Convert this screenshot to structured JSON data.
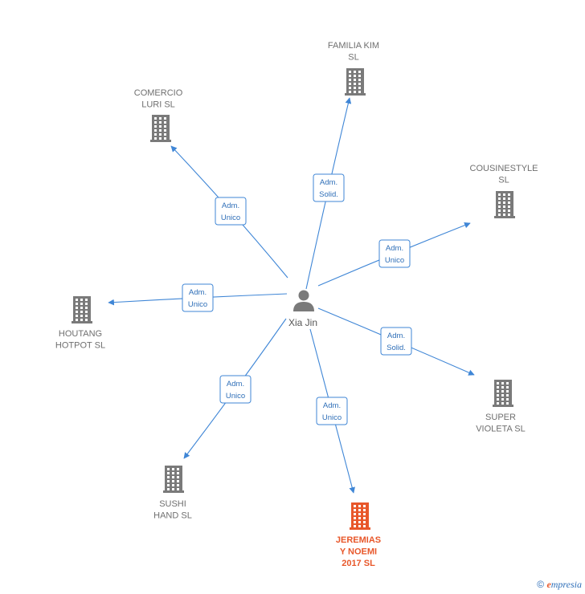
{
  "colors": {
    "edge": "#3f86d6",
    "company": "#7a7a7a",
    "highlight": "#e8572a",
    "person": "#7a7a7a"
  },
  "center": {
    "name": "Xia Jin",
    "icon": "person-icon"
  },
  "nodes": [
    {
      "id": "familia-kim",
      "lines": [
        "FAMILIA KIM",
        "SL"
      ],
      "relation": [
        "Adm.",
        "Solid."
      ],
      "highlight": false,
      "icon": "building-icon"
    },
    {
      "id": "comercio-luri",
      "lines": [
        "COMERCIO",
        "LURI  SL"
      ],
      "relation": [
        "Adm.",
        "Unico"
      ],
      "highlight": false,
      "icon": "building-icon"
    },
    {
      "id": "cousinestyle",
      "lines": [
        "COUSINESTYLE",
        "SL"
      ],
      "relation": [
        "Adm.",
        "Unico"
      ],
      "highlight": false,
      "icon": "building-icon"
    },
    {
      "id": "houtang-hotpot",
      "lines": [
        "HOUTANG",
        "HOTPOT  SL"
      ],
      "relation": [
        "Adm.",
        "Unico"
      ],
      "highlight": false,
      "icon": "building-icon"
    },
    {
      "id": "super-violeta",
      "lines": [
        "SUPER",
        "VIOLETA  SL"
      ],
      "relation": [
        "Adm.",
        "Solid."
      ],
      "highlight": false,
      "icon": "building-icon"
    },
    {
      "id": "sushi-hand",
      "lines": [
        "SUSHI",
        "HAND  SL"
      ],
      "relation": [
        "Adm.",
        "Unico"
      ],
      "highlight": false,
      "icon": "building-icon"
    },
    {
      "id": "jeremias-y-noemi",
      "lines": [
        "JEREMIAS",
        "Y NOEMI",
        "2017  SL"
      ],
      "relation": [
        "Adm.",
        "Unico"
      ],
      "highlight": true,
      "icon": "building-icon"
    }
  ],
  "footer": {
    "symbol": "©",
    "brand_first": "e",
    "brand_rest": "mpresia"
  }
}
